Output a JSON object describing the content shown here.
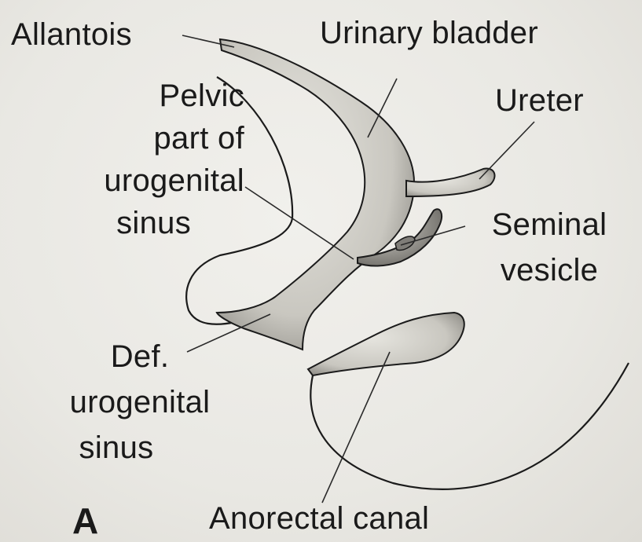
{
  "panel_letter": "A",
  "labels": {
    "allantois": "Allantois",
    "urinary_bladder": "Urinary bladder",
    "ureter": "Ureter",
    "pelvic_ug_sinus": [
      "Pelvic",
      "part of",
      "urogenital",
      "sinus"
    ],
    "seminal_vesicle": [
      "Seminal",
      "vesicle"
    ],
    "definitive_ug_sinus": [
      "Def.",
      "urogenital",
      "sinus"
    ],
    "anorectal_canal": "Anorectal canal"
  }
}
